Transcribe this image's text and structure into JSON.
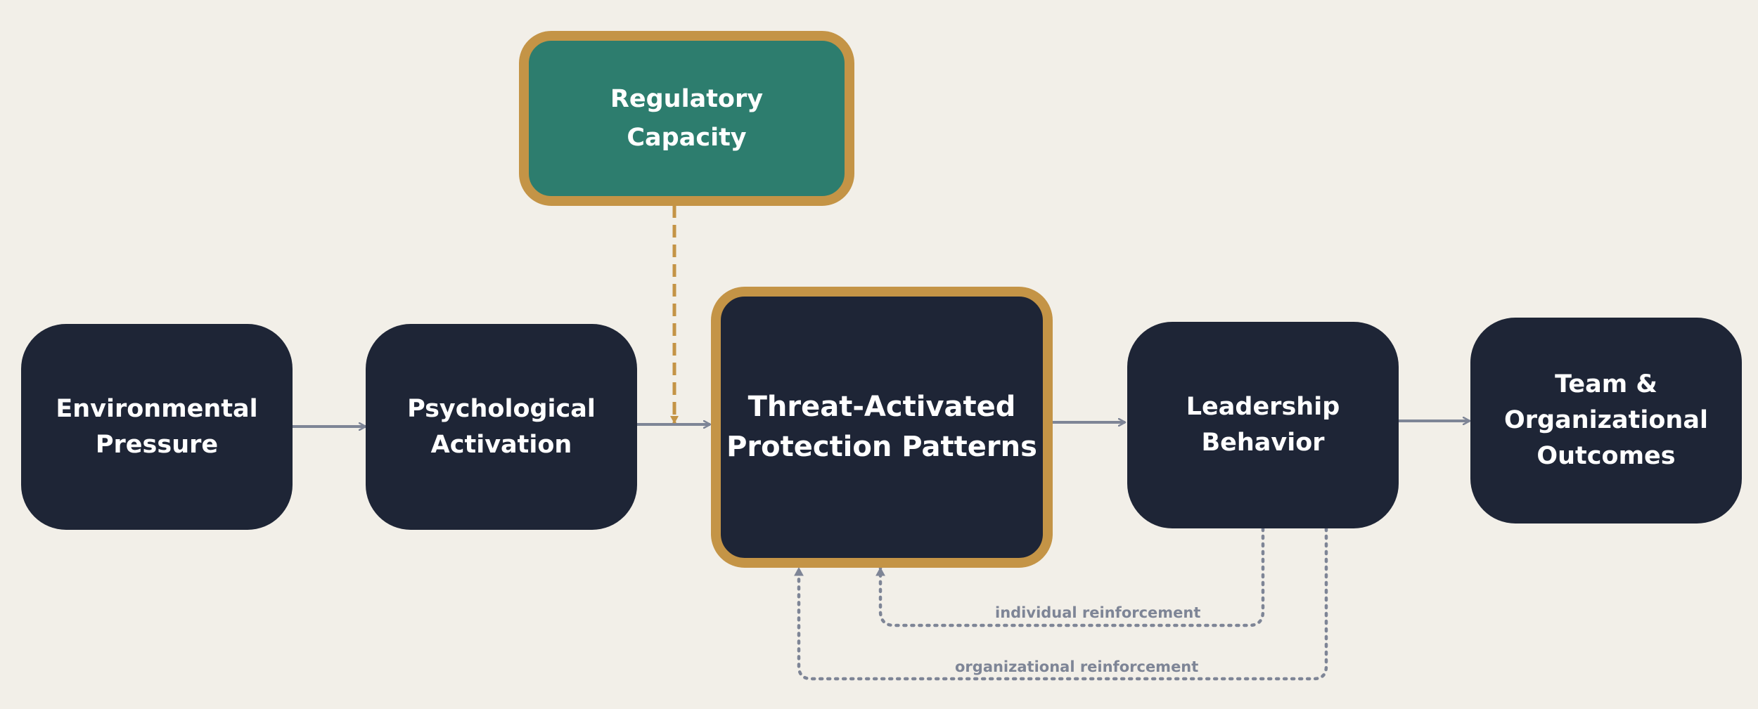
{
  "diagram": {
    "nodes": [
      {
        "id": "environmental-pressure",
        "label": "Environmental\nPressure"
      },
      {
        "id": "psychological-activation",
        "label": "Psychological\nActivation"
      },
      {
        "id": "threat-activated",
        "label": "Threat-Activated\nProtection  Patterns"
      },
      {
        "id": "leadership-behavior",
        "label": "Leadership\nBehavior"
      },
      {
        "id": "team-outcomes",
        "label": "Team &\nOrganizational\nOutcomes"
      },
      {
        "id": "regulatory-capacity",
        "label": "Regulatory\nCapacity"
      }
    ],
    "edges": [
      {
        "from": "environmental-pressure",
        "to": "psychological-activation",
        "style": "solid"
      },
      {
        "from": "psychological-activation",
        "to": "threat-activated",
        "style": "solid"
      },
      {
        "from": "threat-activated",
        "to": "leadership-behavior",
        "style": "solid"
      },
      {
        "from": "leadership-behavior",
        "to": "team-outcomes",
        "style": "solid"
      },
      {
        "from": "regulatory-capacity",
        "to": "threat-activated",
        "style": "dashed"
      },
      {
        "from": "leadership-behavior",
        "to": "threat-activated",
        "style": "dotted",
        "label": "individual reinforcement"
      },
      {
        "from": "leadership-behavior",
        "to": "threat-activated",
        "style": "dotted",
        "label": "organizational reinforcement"
      }
    ],
    "colors": {
      "background": "#f2efe8",
      "node_fill": "#1e2536",
      "moderator_fill": "#2d7d6e",
      "highlight_border": "#c49446",
      "connector": "#7e8596",
      "moderator_connector": "#c49446",
      "node_text": "#ffffff"
    }
  }
}
